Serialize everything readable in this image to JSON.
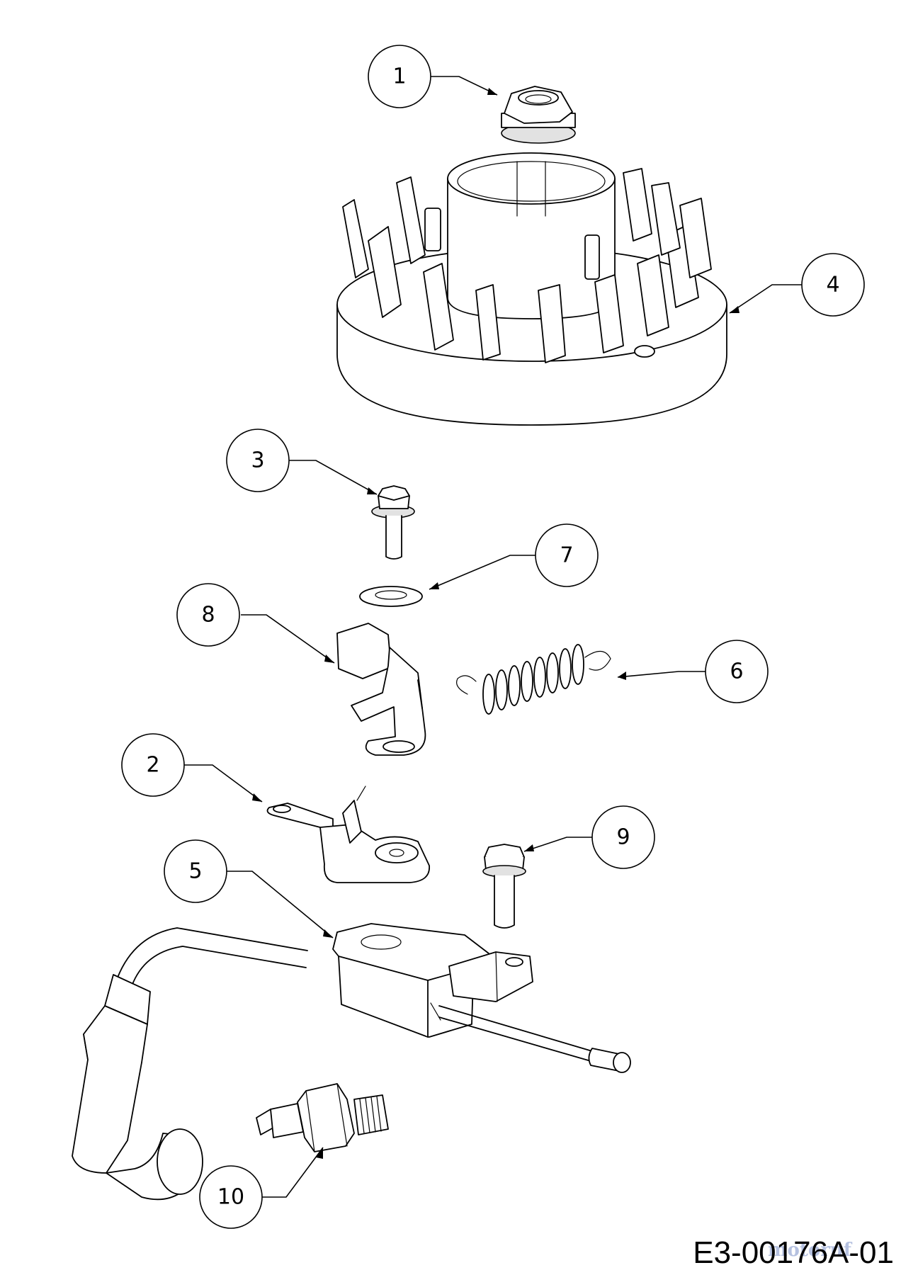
{
  "drawing": {
    "number": "E3-00176A-01",
    "watermark": "motoruf"
  },
  "callouts": [
    {
      "id": "1",
      "label": "1",
      "part": "flywheel-nut"
    },
    {
      "id": "2",
      "label": "2",
      "part": "ignition-bracket"
    },
    {
      "id": "3",
      "label": "3",
      "part": "flanged-bolt"
    },
    {
      "id": "4",
      "label": "4",
      "part": "flywheel"
    },
    {
      "id": "5",
      "label": "5",
      "part": "ignition-coil"
    },
    {
      "id": "6",
      "label": "6",
      "part": "spring"
    },
    {
      "id": "7",
      "label": "7",
      "part": "washer"
    },
    {
      "id": "8",
      "label": "8",
      "part": "brake-lever"
    },
    {
      "id": "9",
      "label": "9",
      "part": "hex-bolt"
    },
    {
      "id": "10",
      "label": "10",
      "part": "spark-plug"
    }
  ]
}
